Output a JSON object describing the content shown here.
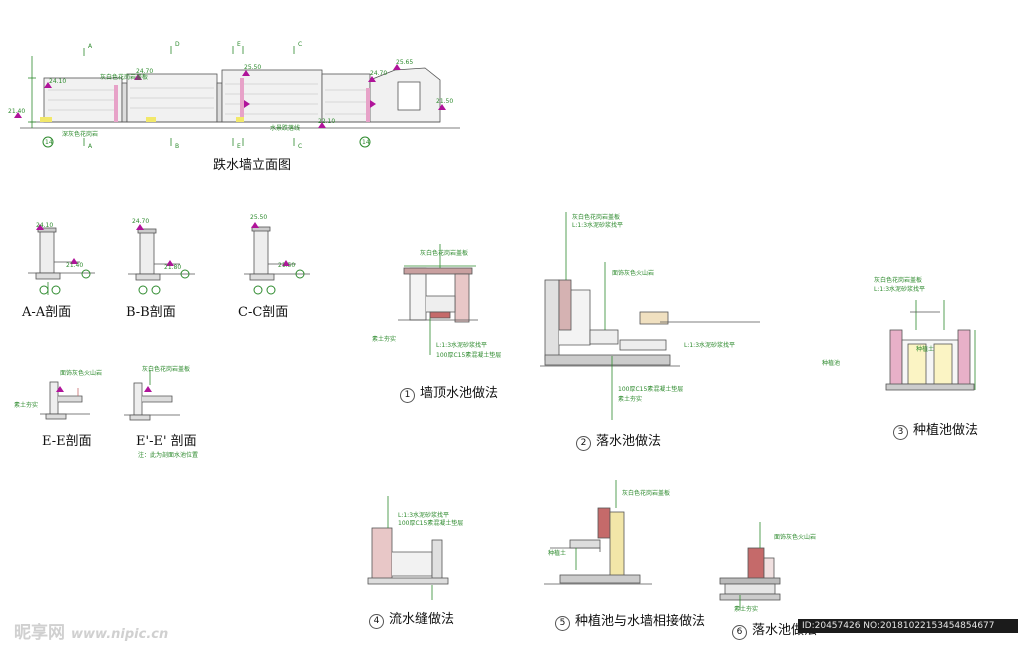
{
  "titles": {
    "elevation": "跌水墙立面图",
    "sec_aa": "A-A剖面",
    "sec_bb": "B-B剖面",
    "sec_cc": "C-C剖面",
    "sec_ee": "E-E剖面",
    "sec_ee2": "E'-E' 剖面",
    "detail1": "墙顶水池做法",
    "detail2": "落水池做法",
    "detail3": "种植池做法",
    "detail4": "流水缝做法",
    "detail5": "种植池与水墙相接做法",
    "detail6": "落水池做法"
  },
  "detail_numbers": {
    "d1": "1",
    "d2": "2",
    "d3": "3",
    "d4": "4",
    "d5": "5",
    "d6": "6"
  },
  "section_marks": {
    "a": "A",
    "b": "B",
    "c": "C",
    "d": "D",
    "e": "E"
  },
  "elevations": {
    "e1": "24.10",
    "e2": "24.70",
    "e3": "25.50",
    "e4": "21.40",
    "e5": "21.80",
    "e6": "24.70",
    "e7": "25.65",
    "e8": "21.50",
    "e9": "22.10"
  },
  "axis_tags": {
    "left": "14",
    "right": "14"
  },
  "notes": {
    "n1": "灰白色花岗岩盖板",
    "n2": "深灰色花岗岩",
    "n3": "种植池",
    "n4": "水景跌落线",
    "n5": "L:1:3水泥砂浆找平",
    "n6": "100厚C15素混凝土垫层",
    "n7": "素土夯实",
    "n8": "面饰灰色火山岩",
    "n9": "种植土",
    "n10": "注：此为剖面水池位置"
  },
  "watermark": {
    "site": "昵享网",
    "url": "www.nipic.cn",
    "id": "ID:20457426 NO:20181022153454854677"
  },
  "colors": {
    "line": "#2d8a2d",
    "magenta": "#b0149a",
    "hatch": "#888888",
    "brick": "#c56a6a"
  }
}
